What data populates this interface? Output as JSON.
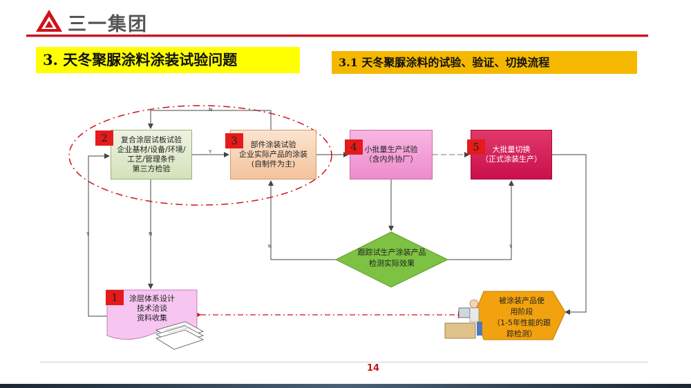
{
  "header": {
    "company_name": "三一集团",
    "title_main": "3. 天冬聚脲涂料涂装试验问题",
    "title_sub": "3.1 天冬聚脲涂料的试验、验证、切换流程"
  },
  "diagram": {
    "step2": {
      "badge": "2",
      "lines": [
        "复合涂层试板试验",
        "企业基材/设备/环境/",
        "工艺/管理条件",
        "第三方检验"
      ]
    },
    "step3": {
      "badge": "3",
      "lines": [
        "部件涂装试验",
        "企业实际产品的涂装",
        "(自制件为主)"
      ]
    },
    "step4": {
      "badge": "4",
      "lines": [
        "小批量生产试验",
        "（含内外协厂）"
      ]
    },
    "step5": {
      "badge": "5",
      "lines": [
        "大批量切换",
        "（正式涂装生产）"
      ]
    },
    "step1": {
      "badge": "1",
      "lines": [
        "涂层体系设计",
        "技术洽谈",
        "资料收集"
      ]
    },
    "decision": {
      "lines": [
        "跟踪试生产涂装产品",
        "检测实际效果"
      ]
    },
    "final": {
      "lines": [
        "被涂装产品使",
        "用阶段",
        "（1-5年性能的跟",
        "踪检测）"
      ]
    },
    "labels": {
      "n_top": "N",
      "y_2to3": "Y",
      "n_down": "N",
      "y_left": "Y",
      "n_decision": "N",
      "y_decision": "Y"
    }
  },
  "footer": {
    "page": "14"
  },
  "colors": {
    "brand_red": "#c8161d",
    "title_yellow": "#ffff00",
    "sub_orange": "#f5b800"
  }
}
